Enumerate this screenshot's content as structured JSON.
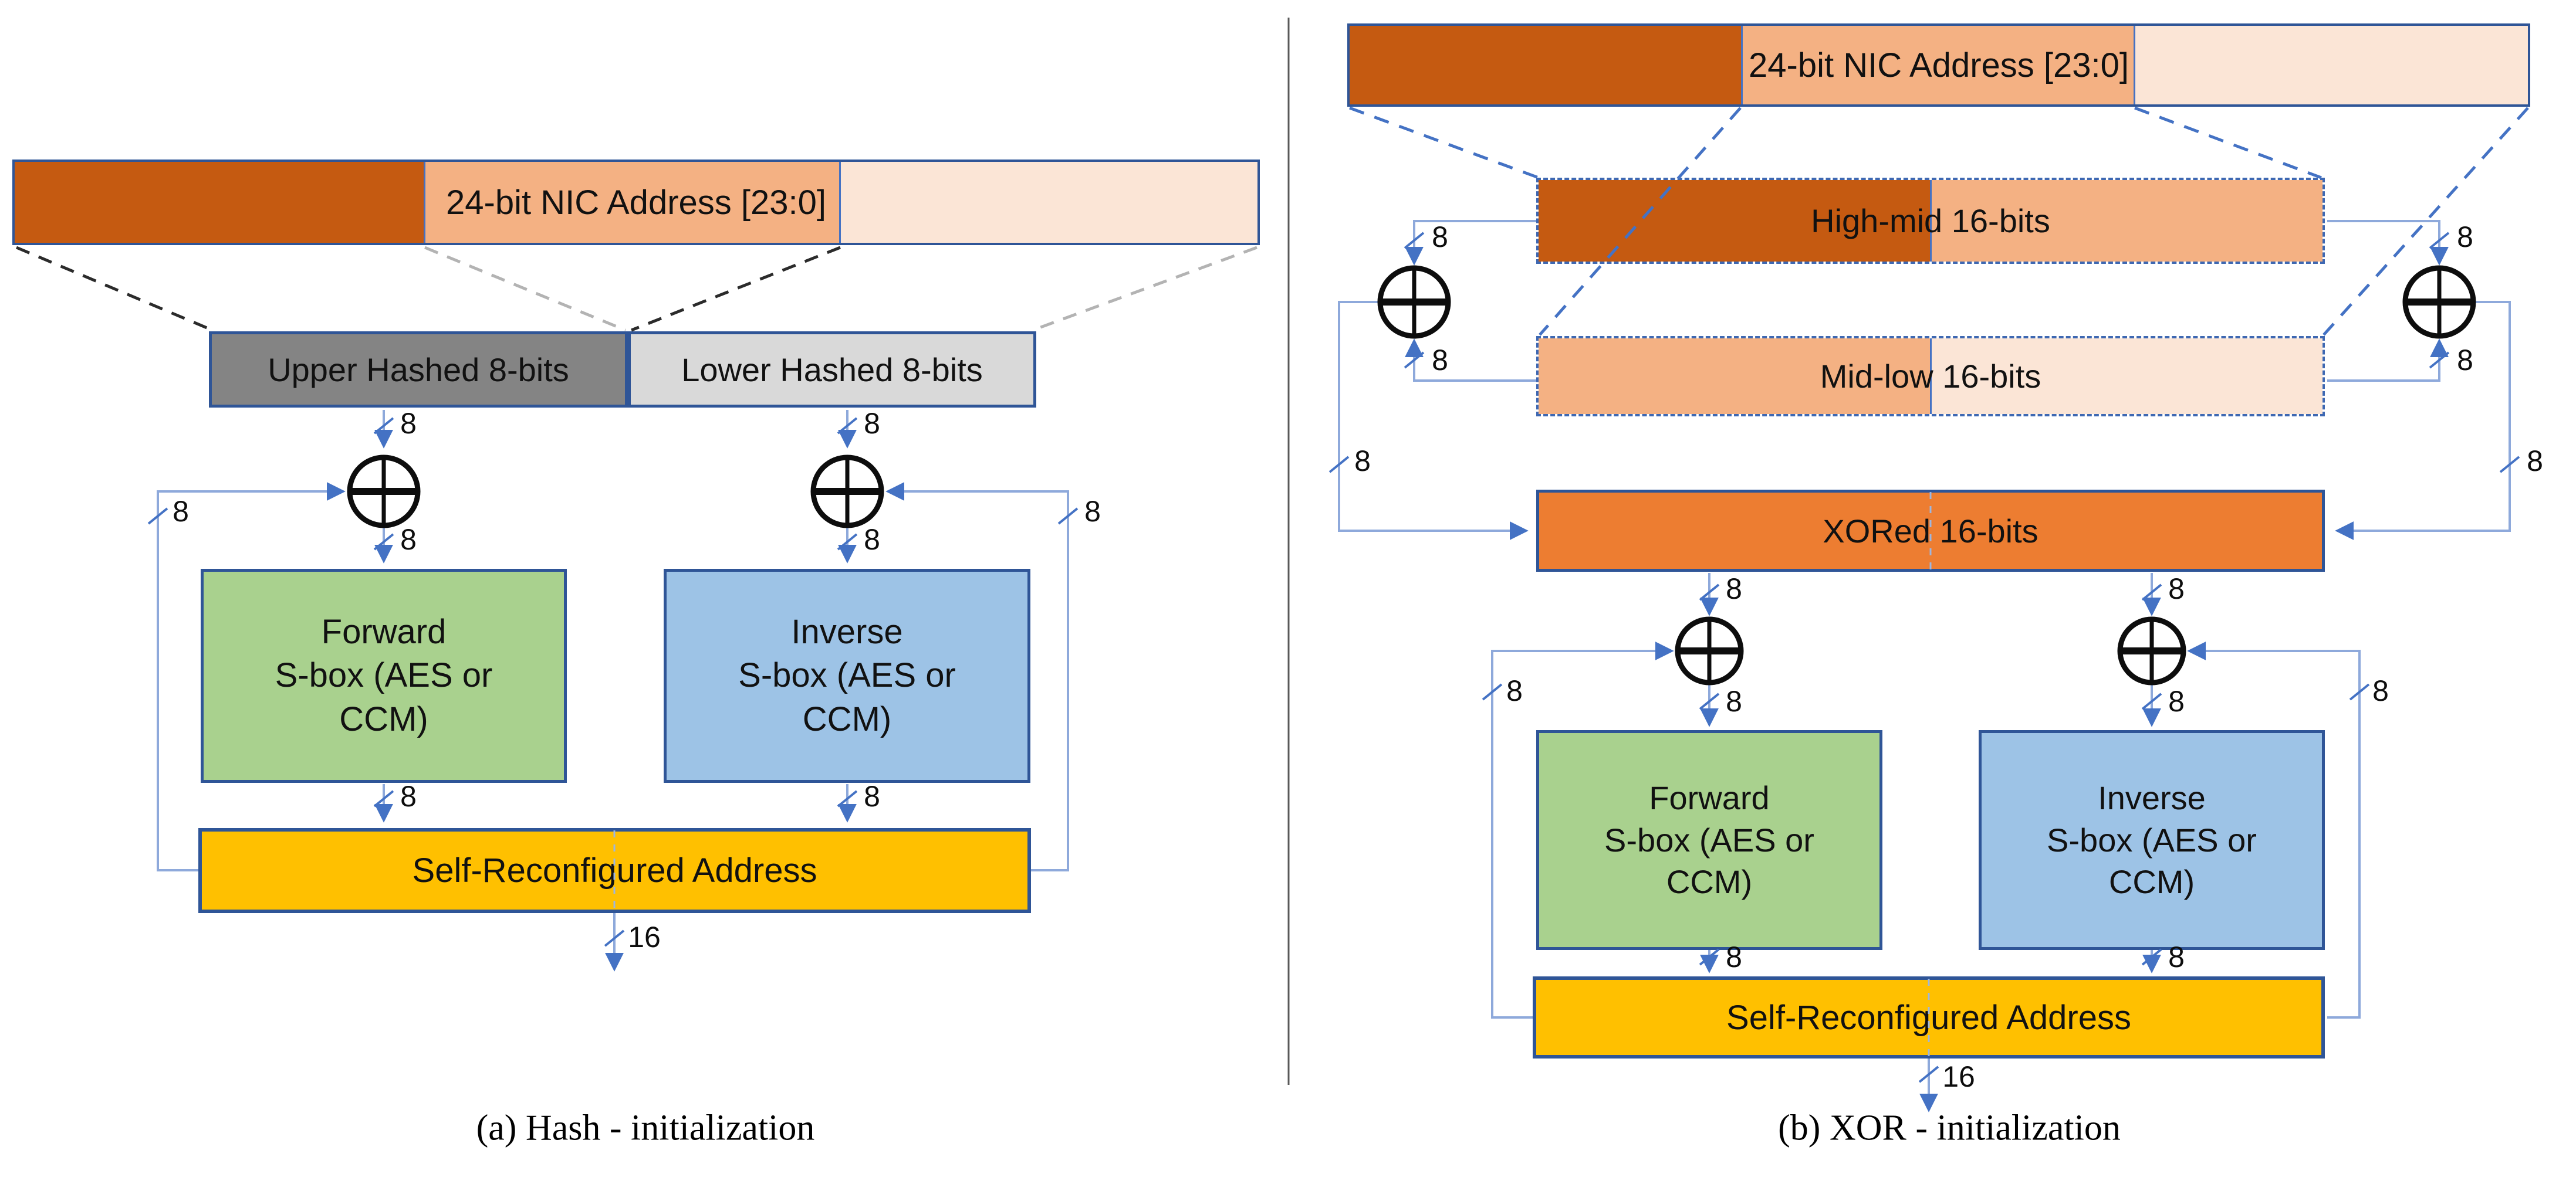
{
  "figure": {
    "panel_a_caption": "(a) Hash - initialization",
    "panel_b_caption": "(b) XOR - initialization"
  },
  "bus_labels": {
    "eight": "8",
    "sixteen": "16"
  },
  "panel_a": {
    "nic_bar_label": "24-bit NIC Address [23:0]",
    "upper_hashed_label": "Upper Hashed 8-bits",
    "lower_hashed_label": "Lower Hashed 8-bits",
    "forward_sbox_lines": [
      "Forward",
      "S-box (AES or",
      "CCM)"
    ],
    "inverse_sbox_lines": [
      "Inverse",
      "S-box (AES or",
      "CCM)"
    ],
    "output_label": "Self-Reconfigured Address"
  },
  "panel_b": {
    "nic_bar_label": "24-bit NIC Address [23:0]",
    "high_mid_label": "High-mid 16-bits",
    "mid_low_label": "Mid-low 16-bits",
    "xored_label": "XORed 16-bits",
    "forward_sbox_lines": [
      "Forward",
      "S-box (AES or",
      "CCM)"
    ],
    "inverse_sbox_lines": [
      "Inverse",
      "S-box (AES or",
      "CCM)"
    ],
    "output_label": "Self-Reconfigured Address"
  },
  "colors": {
    "nic_high_segment": "#C55A11",
    "nic_mid_segment": "#F4B183",
    "nic_low_segment": "#FBE5D6",
    "xored_box": "#ED7D31",
    "forward_sbox": "#A9D18E",
    "inverse_sbox": "#9DC3E6",
    "upper_hashed_box": "#848484",
    "lower_hashed_box": "#D9D9D9",
    "output_box": "#FFC000",
    "box_border": "#2F5597",
    "connector_line": "#8EA9DB",
    "arrowhead": "#4472C4"
  }
}
